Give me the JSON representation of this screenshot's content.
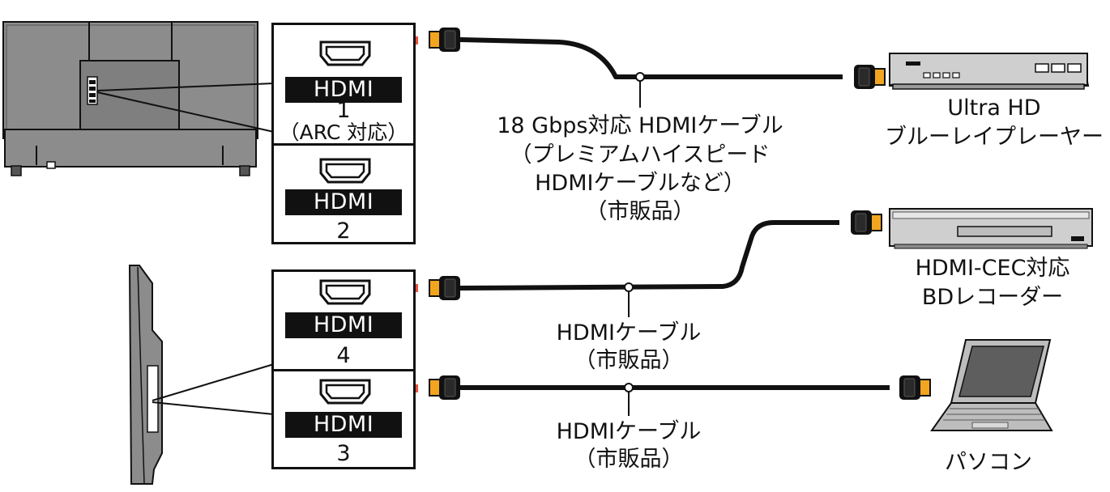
{
  "ports": [
    {
      "label": "HDMI",
      "number": "1",
      "note": "（ARC 対応）"
    },
    {
      "label": "HDMI",
      "number": "2",
      "note": ""
    },
    {
      "label": "HDMI",
      "number": "4",
      "note": ""
    },
    {
      "label": "HDMI",
      "number": "3",
      "note": ""
    }
  ],
  "cables": {
    "top": {
      "line1": "18 Gbps対応 HDMIケーブル",
      "line2": "（プレミアムハイスピード",
      "line3": "HDMIケーブルなど）",
      "line4": "（市販品）"
    },
    "mid": {
      "line1": "HDMIケーブル",
      "line2": "（市販品）"
    },
    "bottom": {
      "line1": "HDMIケーブル",
      "line2": "（市販品）"
    }
  },
  "devices": {
    "player": {
      "line1": "Ultra HD",
      "line2": "ブルーレイプレーヤー"
    },
    "recorder": {
      "line1": "HDMI-CEC対応",
      "line2": "BDレコーダー"
    },
    "pc": {
      "line1": "パソコン"
    }
  },
  "colors": {
    "arrow": "#e8503a",
    "plug_gold": "#f2a51f",
    "tv_gray": "#8c8c8c",
    "device_gray": "#bdbdbd"
  }
}
